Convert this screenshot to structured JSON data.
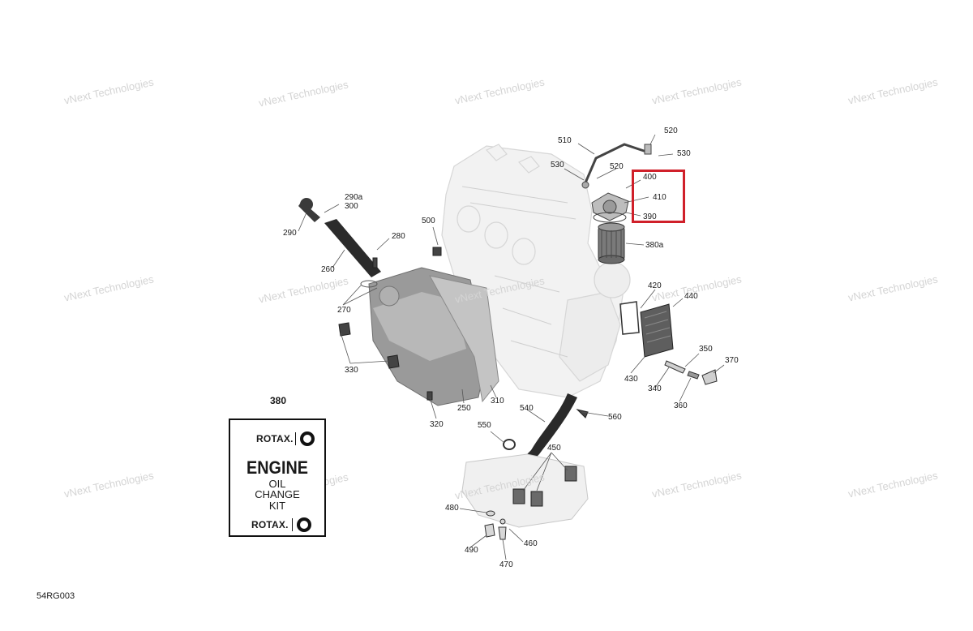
{
  "diagram_id": "54RG003",
  "kit": {
    "ref": "380",
    "brand_top": "ROTAX.",
    "title": "ENGINE",
    "line1": "OIL",
    "line2": "CHANGE",
    "line3": "KIT",
    "brand_bottom": "ROTAX."
  },
  "highlight_color": "#d0202a",
  "watermark": "vNext Technologies",
  "callouts": {
    "c510": "510",
    "c520a": "520",
    "c530a": "530",
    "c530b": "530",
    "c520b": "520",
    "c400": "400",
    "c410": "410",
    "c390": "390",
    "c380a": "380a",
    "c290a300_1": "290a",
    "c290a300_2": "300",
    "c290": "290",
    "c280": "280",
    "c260": "260",
    "c270": "270",
    "c500": "500",
    "c420": "420",
    "c440": "440",
    "c330": "330",
    "c350": "350",
    "c370": "370",
    "c430": "430",
    "c340": "340",
    "c360": "360",
    "c320": "320",
    "c250": "250",
    "c310": "310",
    "c540": "540",
    "c560": "560",
    "c550": "550",
    "c450": "450",
    "c480": "480",
    "c490": "490",
    "c460": "460",
    "c470": "470"
  }
}
